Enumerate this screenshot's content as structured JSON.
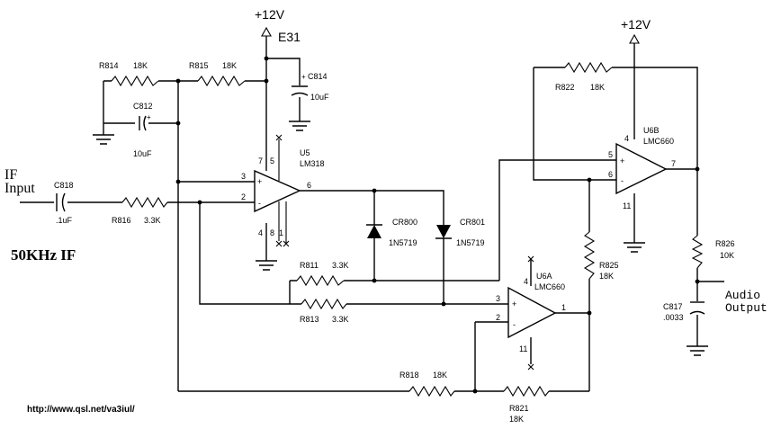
{
  "rails": {
    "left_vcc": "+12V",
    "right_vcc": "+12V",
    "test_point": "E31"
  },
  "input": {
    "label_line1": "IF",
    "label_line2": "Input",
    "freq_note": "50KHz IF"
  },
  "output": {
    "label_line1": "Audio",
    "label_line2": "Output"
  },
  "source_url": "http://www.qsl.net/va3iul/",
  "resistors": {
    "R814": {
      "ref": "R814",
      "value": "18K"
    },
    "R815": {
      "ref": "R815",
      "value": "18K"
    },
    "R816": {
      "ref": "R816",
      "value": "3.3K"
    },
    "R811": {
      "ref": "R811",
      "value": "3.3K"
    },
    "R813": {
      "ref": "R813",
      "value": "3.3K"
    },
    "R818": {
      "ref": "R818",
      "value": "18K"
    },
    "R821": {
      "ref": "R821",
      "value": "18K"
    },
    "R822": {
      "ref": "R822",
      "value": "18K"
    },
    "R825": {
      "ref": "R825",
      "value": "18K"
    },
    "R826": {
      "ref": "R826",
      "value": "10K"
    }
  },
  "capacitors": {
    "C812": {
      "ref": "C812",
      "value": "10uF"
    },
    "C814": {
      "ref": "C814",
      "value": "10uF"
    },
    "C818": {
      "ref": "C818",
      "value": ".1uF"
    },
    "C817": {
      "ref": "C817",
      "value": ".0033"
    }
  },
  "diodes": {
    "CR800": {
      "ref": "CR800",
      "part": "1N5719"
    },
    "CR801": {
      "ref": "CR801",
      "part": "1N5719"
    }
  },
  "opamps": {
    "U5": {
      "ref": "U5",
      "part": "LM318"
    },
    "U6A": {
      "ref": "U6A",
      "part": "LMC660"
    },
    "U6B": {
      "ref": "U6B",
      "part": "LMC660"
    }
  },
  "pins": {
    "u5_in_plus": "3",
    "u5_in_minus": "2",
    "u5_out": "6",
    "u5_p7": "7",
    "u5_p5": "5",
    "u5_p4": "4",
    "u5_p8": "8",
    "u5_p1": "1",
    "u6a_in_plus": "3",
    "u6a_in_minus": "2",
    "u6a_out": "1",
    "u6a_p4": "4",
    "u6a_p11": "11",
    "u6b_in_plus": "5",
    "u6b_in_minus": "6",
    "u6b_out": "7",
    "u6b_p4": "4",
    "u6b_p11": "11"
  },
  "symbols": {
    "plus": "+",
    "minus": "-"
  }
}
